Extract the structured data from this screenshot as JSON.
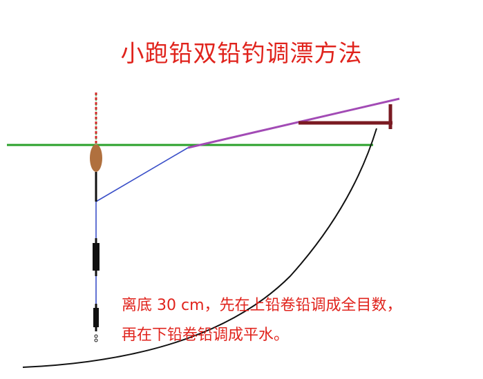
{
  "title": "小跑铅双铅钓调漂方法",
  "notes": {
    "line1": "离底 30 cm，先在上铅卷铅调成全目数，",
    "line2": "再在下铅卷铅调成平水。"
  },
  "colors": {
    "text": "#e0231c",
    "water_line": "#2aa02a",
    "fishing_line": "#3a4fc8",
    "rod": "#a24bb5",
    "rod_holder": "#7a1a22",
    "float_body": "#b0703e",
    "float_tip_red": "#d42828",
    "float_tip_green": "#3a9a3a",
    "bottom": "#111111",
    "sinker": "#111111"
  }
}
